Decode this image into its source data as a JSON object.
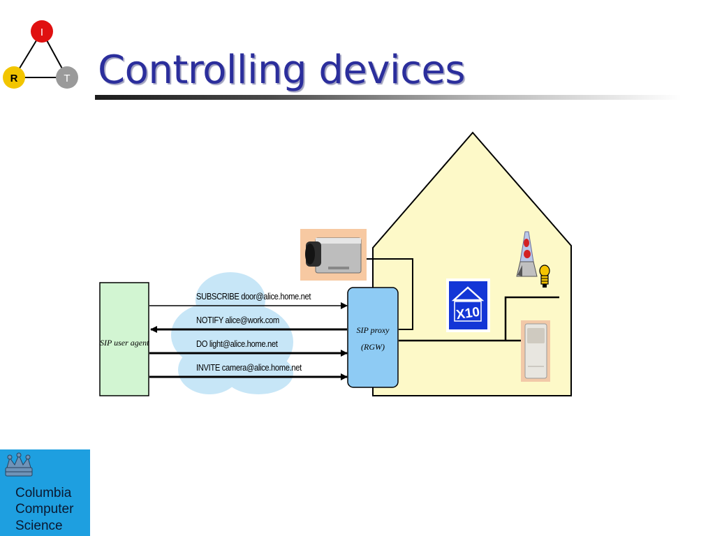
{
  "logo": {
    "top_letter": "I",
    "left_letter": "R",
    "right_letter": "T",
    "colors": {
      "top": "#e01010",
      "left": "#f2c500",
      "right": "#9a9a9a"
    }
  },
  "title": "Controlling devices",
  "diagram": {
    "user_agent_label": "SIP user agent",
    "proxy_label_line1": "SIP proxy",
    "proxy_label_line2": "(RGW)",
    "messages": [
      {
        "text": "SUBSCRIBE door@alice.home.net",
        "direction": "to-proxy"
      },
      {
        "text": "NOTIFY alice@work.com",
        "direction": "to-agent"
      },
      {
        "text": "DO light@alice.home.net",
        "direction": "to-proxy"
      },
      {
        "text": "INVITE camera@alice.home.net",
        "direction": "to-proxy"
      }
    ],
    "x10_label": "X10",
    "devices": [
      "camera-icon",
      "lava-lamp-icon",
      "light-bulb-icon",
      "x10-module-icon",
      "motion-sensor-icon"
    ],
    "colors": {
      "house_fill": "#fdf9c8",
      "user_agent_fill": "#d2f5d2",
      "proxy_fill": "#8ecbf4",
      "cloud_fill": "#c7e6f7"
    }
  },
  "footer": {
    "line1": "Columbia",
    "line2": "Computer",
    "line3": "Science"
  }
}
